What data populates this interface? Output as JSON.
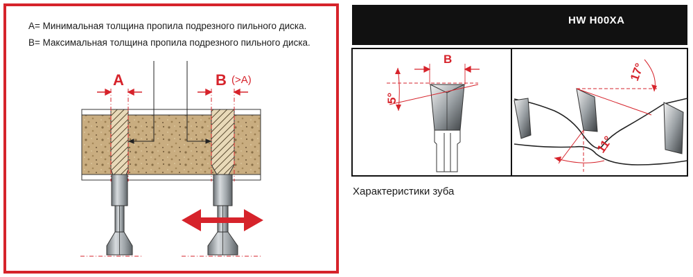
{
  "left_panel": {
    "legend_a": "A= Минимальная толщина пропила подрезного пильного диска.",
    "legend_b": "B= Максимальная толщина пропила подрезного пильного диска.",
    "label_a": "A",
    "label_b": "B",
    "label_b_note": "(>A)"
  },
  "right_panel": {
    "header_title": "HW H00XA",
    "label_b": "B",
    "angle_5": "5°",
    "angle_17": "17°",
    "angle_11": "11°",
    "caption": "Характеристики зуба"
  },
  "colors": {
    "red": "#d6232b",
    "board_fill": "#cdb48a",
    "header_bg": "#111111"
  }
}
